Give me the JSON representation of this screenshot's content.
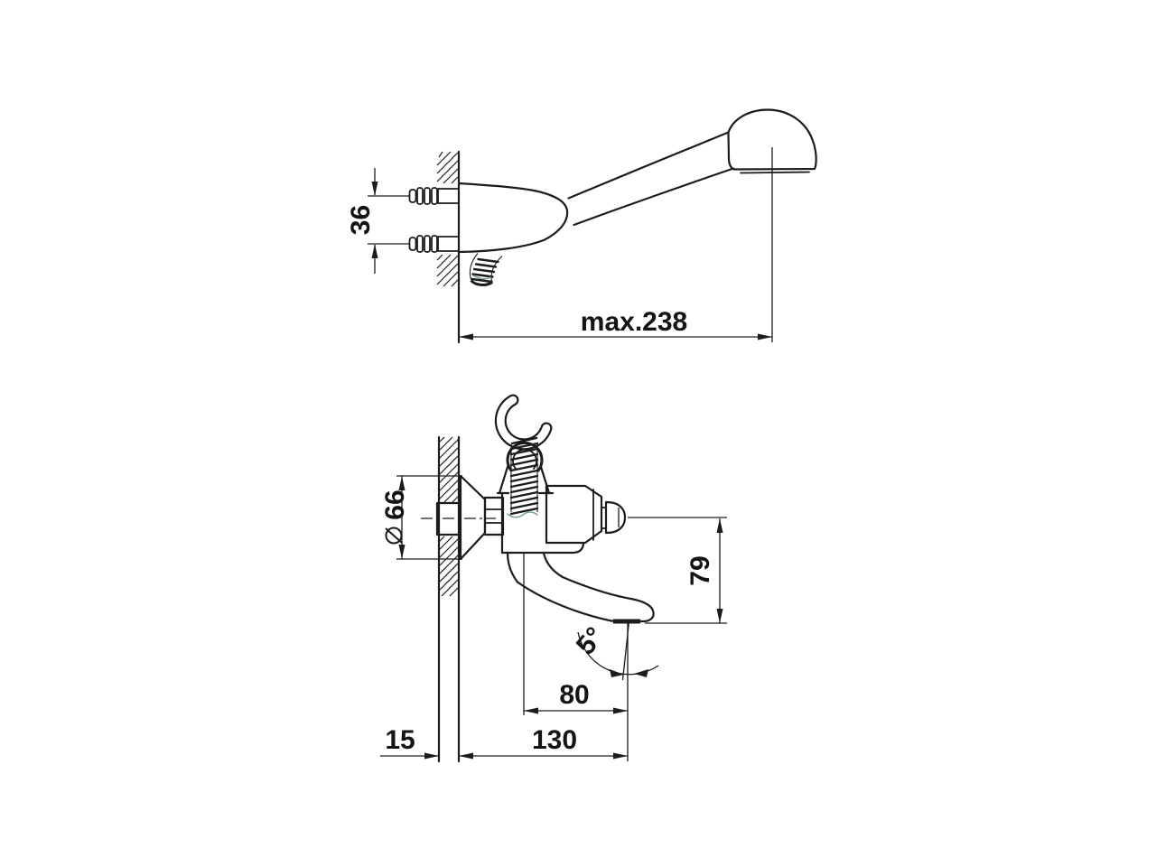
{
  "page": {
    "background": "#ffffff",
    "line_color": "#1c1c1c",
    "description_of_views": {
      "top_view": "hand-shower lever projecting from wall, side view",
      "bottom_view": "wall-mounted mixer with hook, spring hose guard and down-turned spout, side view"
    }
  },
  "dimensions": {
    "hose_spacing": "36",
    "max_projection": "max.238",
    "diameter_symbol": "⌀",
    "escutcheon_diameter": "66",
    "spout_height": "79",
    "spout_angle": "5°",
    "spout_reach": "80",
    "wall_offset": "15",
    "spout_projection": "130"
  }
}
